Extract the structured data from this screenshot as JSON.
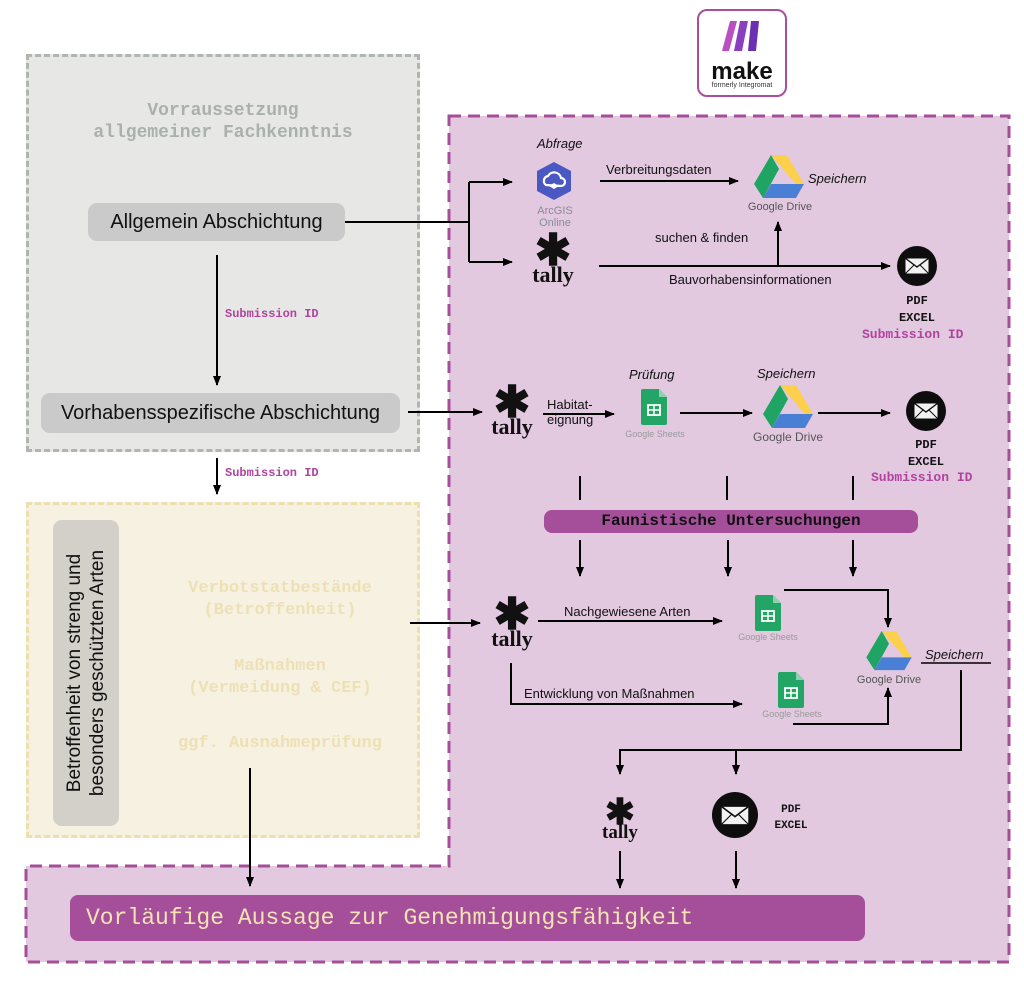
{
  "logo": {
    "name": "make",
    "tagline": "formerly Integromat"
  },
  "regions": {
    "grey": {
      "title_line1": "Vorraussetzung",
      "title_line2": "allgemeiner Fachkenntnis",
      "node1": "Allgemein Abschichtung",
      "node2": "Vorhabensspezifische Abschichtung",
      "edge_label": "Submission ID"
    },
    "between_edge_label": "Submission ID",
    "beige": {
      "side_label_line1": "Betroffenheit von streng und",
      "side_label_line2": "besonders geschützten Arten",
      "text1_line1": "Verbotstatbestände",
      "text1_line2": "(Betroffenheit)",
      "text2_line1": "Maßnahmen",
      "text2_line2": "(Vermeidung & CEF)",
      "text3": "ggf. Ausnahmeprüfung"
    }
  },
  "flow1": {
    "query_label": "Abfrage",
    "arcgis_label": "ArcGIS Online",
    "edge_data": "Verbreitungsdaten",
    "drive_label": "Google Drive",
    "save_label": "Speichern",
    "search_label": "suchen & finden",
    "tally_word": "tally",
    "edge_info": "Bauvorhabensinformationen",
    "doc_pdf": "PDF",
    "doc_excel": "EXCEL",
    "submission_id": "Submission ID"
  },
  "flow2": {
    "tally_word": "tally",
    "edge_line1": "Habitat-",
    "edge_line2": "eignung",
    "check_label": "Prüfung",
    "sheets_label": "Google Sheets",
    "save_label": "Speichern",
    "drive_label": "Google Drive",
    "doc_pdf": "PDF",
    "doc_excel": "EXCEL",
    "submission_id": "Submission ID"
  },
  "fauna": {
    "label": "Faunistische Untersuchungen"
  },
  "flow3": {
    "tally_word": "tally",
    "edge_species": "Nachgewiesene Arten",
    "edge_measures": "Entwicklung von Maßnahmen",
    "sheets_label": "Google Sheets",
    "drive_label": "Google Drive",
    "save_label": "Speichern"
  },
  "flow4": {
    "tally_word": "tally",
    "doc_pdf": "PDF",
    "doc_excel": "EXCEL"
  },
  "result": {
    "label": "Vorläufige Aussage zur Genehmigungsfähigkeit"
  },
  "colors": {
    "purple_region": "#e3c9e0",
    "purple_border": "#a54f9a",
    "grey_region": "#e7e8e6",
    "beige_region": "#f7f1e2",
    "accent_text": "#b1439f",
    "result_text": "#f3e3b5"
  }
}
